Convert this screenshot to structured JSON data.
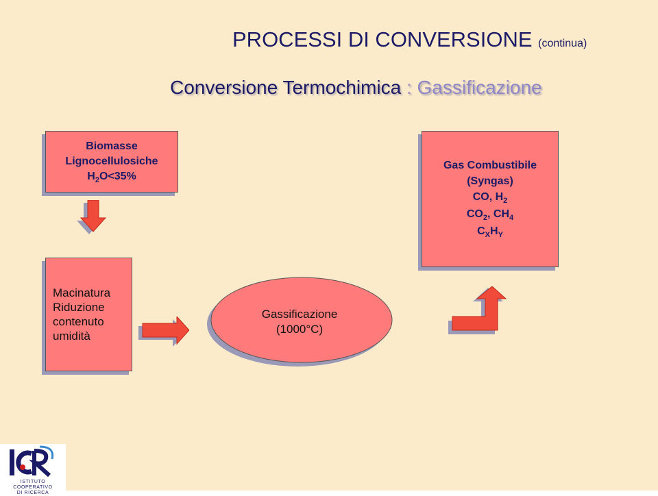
{
  "title": {
    "main": "PROCESSI DI CONVERSIONE",
    "sub": "(continua)"
  },
  "subtitle": {
    "part1": "Conversione Termochimica",
    "separator": ":",
    "part2": "Gassificazione"
  },
  "box_biomasse": {
    "line1": "Biomasse",
    "line2": "Lignocellulosiche",
    "line3_h": "H",
    "line3_sub": "2",
    "line3_rest": "O<35%"
  },
  "box_gas": {
    "line1": "Gas Combustibile",
    "line2": "(Syngas)",
    "line3": "CO, H",
    "line3_sub": "2",
    "line4_a": "CO",
    "line4_sub1": "2",
    "line4_b": ", CH",
    "line4_sub2": "4",
    "line5_a": "C",
    "line5_sub1": "X",
    "line5_b": "H",
    "line5_sub2": "Y"
  },
  "box_macinatura": {
    "line1": "Macinatura",
    "line2": "Riduzione",
    "line3": "contenuto",
    "line4": "umidità"
  },
  "ellipse": {
    "line1": "Gassificazione",
    "line2": "(1000°C)"
  },
  "logo": {
    "letters": "ICR",
    "line1": "ISTITUTO COOPERATIVO",
    "line2": "DI RICERCA"
  },
  "colors": {
    "box_fill": "#ff7a7a",
    "arrow_fill": "#f04a3a",
    "shadow": "#9a9ab8",
    "background": "#fcebcb"
  }
}
